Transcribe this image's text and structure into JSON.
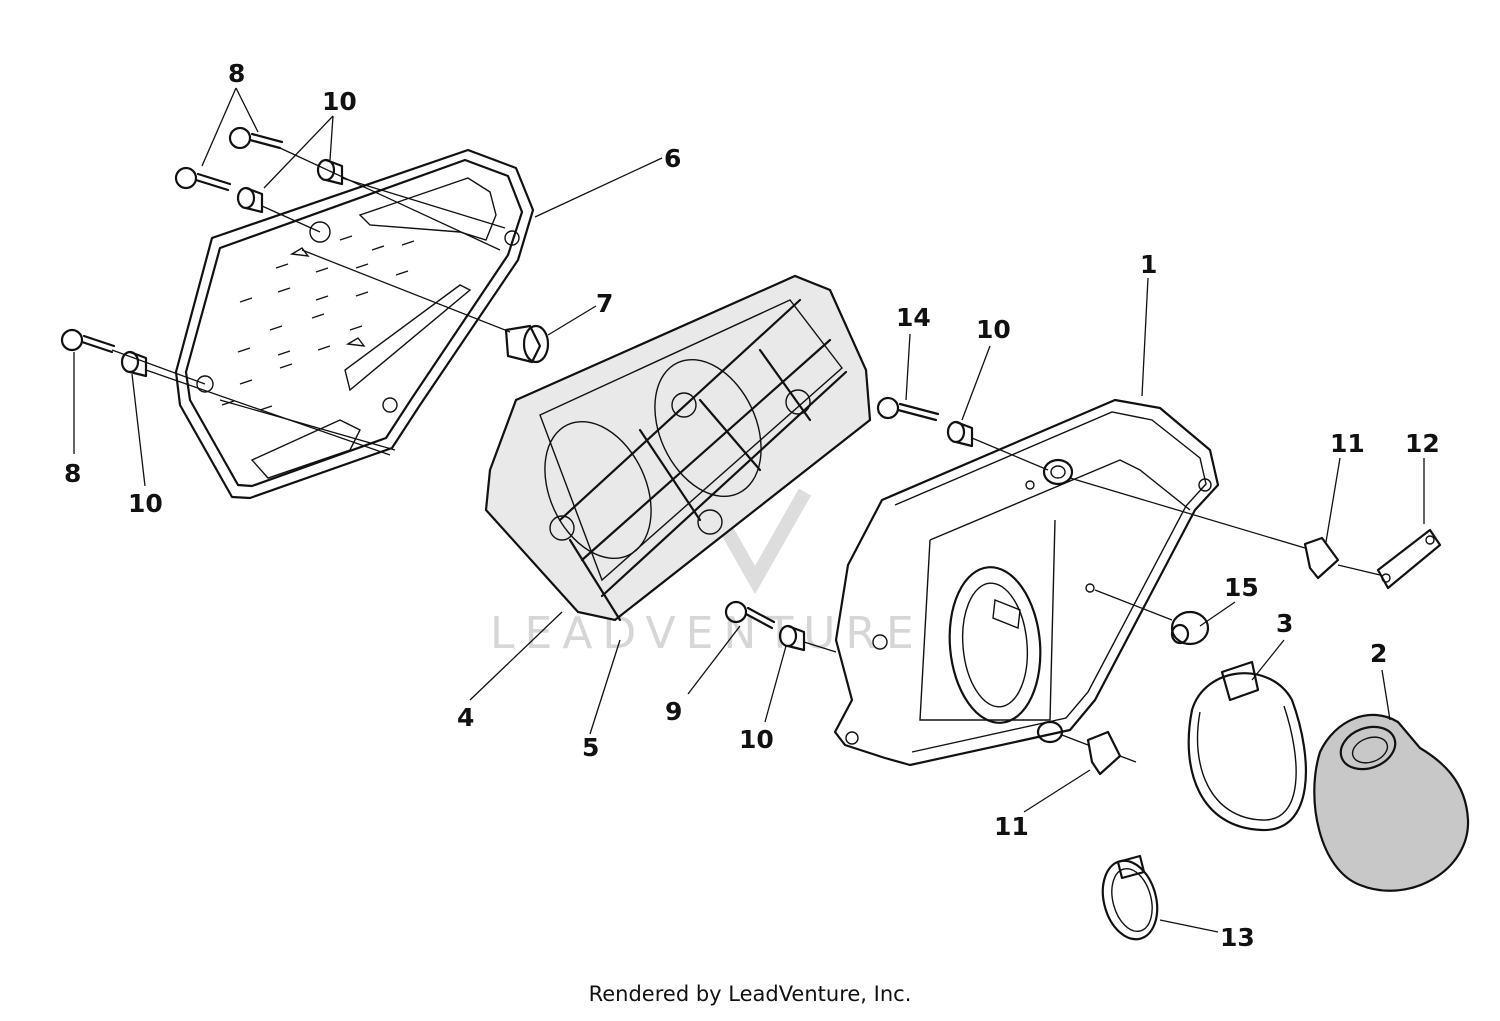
{
  "diagram": {
    "watermark": "LEADVENTURE",
    "footer": "Rendered by LeadVenture, Inc.",
    "callouts": {
      "c8a": "8",
      "c10a": "10",
      "c6": "6",
      "c7": "7",
      "c8b": "8",
      "c10b": "10",
      "c1": "1",
      "c14": "14",
      "c10c": "10",
      "c11a": "11",
      "c12": "12",
      "c15": "15",
      "c3": "3",
      "c2": "2",
      "c4": "4",
      "c5": "5",
      "c9": "9",
      "c10d": "10",
      "c11b": "11",
      "c13": "13"
    }
  }
}
